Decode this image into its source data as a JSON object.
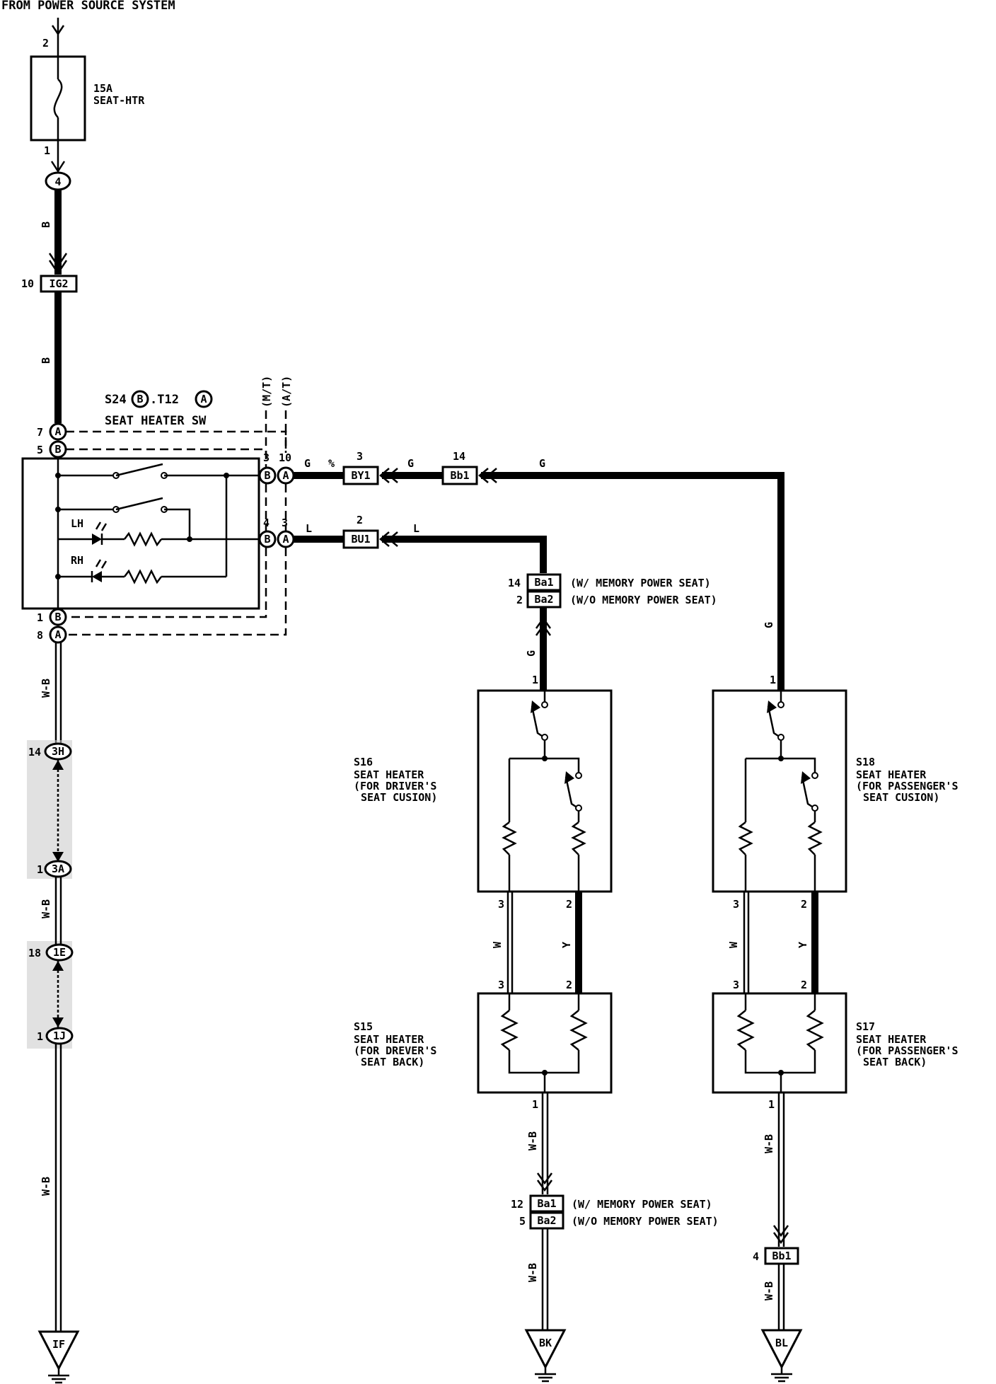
{
  "source_label": "FROM POWER SOURCE SYSTEM",
  "fuse": {
    "pin_top": "2",
    "pin_bottom": "1",
    "rating": "15A",
    "name": "SEAT-HTR"
  },
  "connectors": {
    "c4": "4",
    "ig2": {
      "pin": "10",
      "name": "IG2"
    },
    "c3h": {
      "pin": "14",
      "name": "3H"
    },
    "c3a": {
      "pin": "1",
      "name": "3A"
    },
    "c1e": {
      "pin": "18",
      "name": "1E"
    },
    "c1j": {
      "pin": "1",
      "name": "1J"
    },
    "by1": {
      "pin": "3",
      "name": "BY1"
    },
    "bb1_top": {
      "pin": "14",
      "name": "Bb1"
    },
    "bu1": {
      "pin": "2",
      "name": "BU1"
    },
    "ba1_top": {
      "pin": "14",
      "name": "Ba1",
      "note": "(W/ MEMORY POWER SEAT)"
    },
    "ba2_top": {
      "pin": "2",
      "name": "Ba2",
      "note": "(W/O MEMORY POWER SEAT)"
    },
    "ba1_bot": {
      "pin": "12",
      "name": "Ba1",
      "note": "(W/ MEMORY POWER SEAT)"
    },
    "ba2_bot": {
      "pin": "5",
      "name": "Ba2",
      "note": "(W/O MEMORY POWER SEAT)"
    },
    "bb1_bot": {
      "pin": "4",
      "name": "Bb1"
    }
  },
  "switch": {
    "title": "S24",
    "sep": ".T12",
    "name": "SEAT HEATER SW",
    "mt": "(M/T)",
    "at": "(A/T)",
    "lh": "LH",
    "rh": "RH",
    "pins": {
      "p7": "7",
      "p5": "5",
      "p1": "1",
      "p8": "8",
      "p3": "3",
      "p10": "10",
      "p4": "4",
      "p3b": "3"
    },
    "A": "A",
    "B": "B"
  },
  "wires": {
    "b": "B",
    "g": "G",
    "l": "L",
    "wb": "W-B",
    "w": "W",
    "y": "Y",
    "pct": "%"
  },
  "heaters": {
    "s16": {
      "code": "S16",
      "l1": "SEAT HEATER",
      "l2": "(FOR DRIVER'S",
      "l3": "SEAT CUSION)"
    },
    "s18": {
      "code": "S18",
      "l1": "SEAT HEATER",
      "l2": "(FOR PASSENGER'S",
      "l3": "SEAT CUSION)"
    },
    "s15": {
      "code": "S15",
      "l1": "SEAT HEATER",
      "l2": "(FOR DREVER'S",
      "l3": "SEAT BACK)"
    },
    "s17": {
      "code": "S17",
      "l1": "SEAT HEATER",
      "l2": "(FOR PASSENGER'S",
      "l3": "SEAT BACK)"
    },
    "pin1": "1",
    "pin2": "2",
    "pin3": "3"
  },
  "grounds": {
    "if": "IF",
    "bk": "BK",
    "bl": "BL"
  }
}
